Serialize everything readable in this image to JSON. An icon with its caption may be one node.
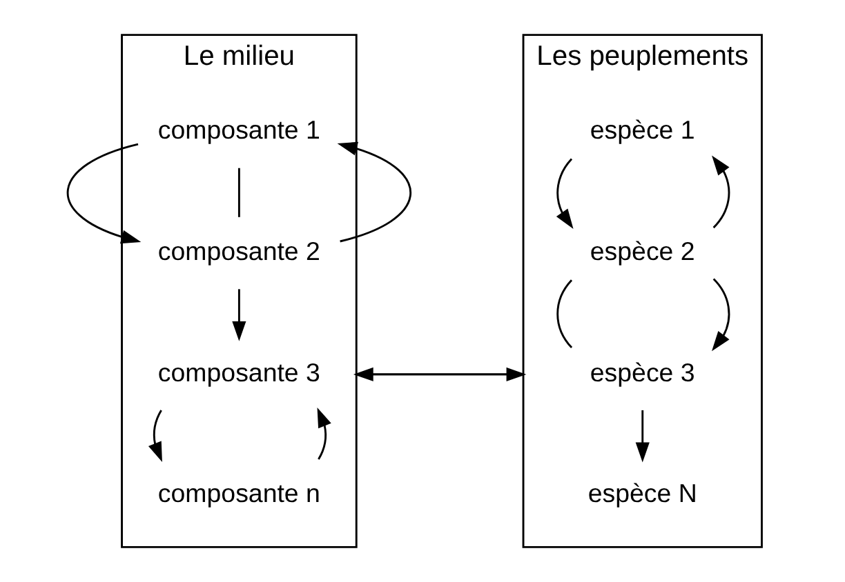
{
  "diagram": {
    "nodes": [
      {
        "text": [
          "Le milieu"
        ]
      },
      {
        "text": [
          "composante 1"
        ],
        "in": 0
      },
      {
        "text": [
          "composante 2"
        ],
        "in": 0
      },
      {
        "text": [
          "composante 3"
        ],
        "in": 0
      },
      {
        "text": [
          "composante n"
        ],
        "in": 0
      },
      {
        "text": [
          "Les peuplements"
        ]
      },
      {
        "text": [
          "espèce 1"
        ],
        "in": 5
      },
      {
        "text": [
          "espèce 2"
        ],
        "in": 5
      },
      {
        "text": [
          "espèce 3"
        ],
        "in": 5
      },
      {
        "text": [
          "espèce N"
        ],
        "in": 5
      }
    ],
    "edges": [
      {
        "from": 1,
        "to": 2,
        "arrow": "to"
      },
      {
        "from": 1,
        "to": 2,
        "arrow": "none"
      },
      {
        "from": 2,
        "to": 1,
        "arrow": "to"
      },
      {
        "from": 2,
        "to": 3,
        "arrow": "to"
      },
      {
        "from": 4,
        "to": 3,
        "arrow": "to"
      },
      {
        "from": 3,
        "to": 4,
        "arrow": "to"
      },
      {
        "from": 6,
        "to": 7,
        "arrow": "to"
      },
      {
        "from": 7,
        "to": 6,
        "arrow": "to"
      },
      {
        "from": 7,
        "to": 8,
        "arrow": "none"
      },
      {
        "from": 7,
        "to": 8,
        "arrow": "to"
      },
      {
        "from": 8,
        "to": 9,
        "arrow": "to"
      },
      {
        "from": 0,
        "to": 5,
        "arrow": "to"
      },
      {
        "from": 5,
        "to": 0,
        "arrow": "to"
      }
    ]
  }
}
